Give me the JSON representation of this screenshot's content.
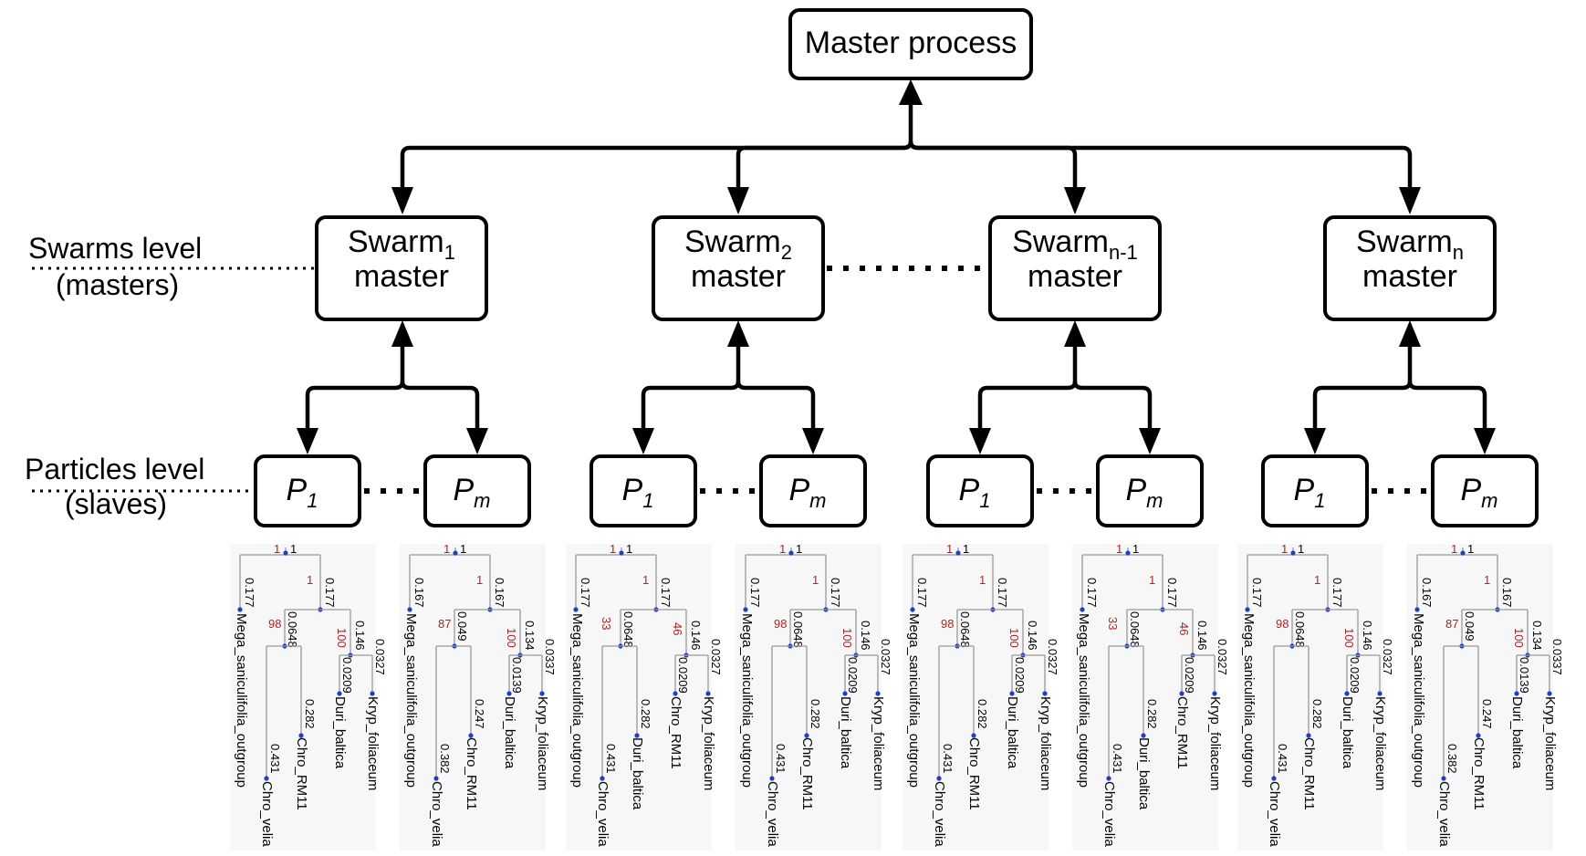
{
  "master": {
    "label": "Master process"
  },
  "levels": {
    "swarms_line1": "Swarms level",
    "swarms_line2": "(masters)",
    "particles_line1": "Particles level",
    "particles_line2": "(slaves)"
  },
  "swarms": [
    {
      "name": "Swarm",
      "sub": "1",
      "role": "master"
    },
    {
      "name": "Swarm",
      "sub": "2",
      "role": "master"
    },
    {
      "name": "Swarm",
      "sub": "n-1",
      "role": "master"
    },
    {
      "name": "Swarm",
      "sub": "n",
      "role": "master"
    }
  ],
  "particles": {
    "first": {
      "p": "P",
      "sub": "1"
    },
    "last": {
      "p": "P",
      "sub": "m"
    }
  },
  "tree_leaves": [
    "Mega_saniculifolia_outgroup",
    "Chro_velia",
    "Chro_RM11",
    "Duri_baltica",
    "Kryp_foliaceum"
  ],
  "trees": [
    {
      "variant": "a",
      "root_len": "1",
      "root_boot": "1",
      "out_len": "0.177",
      "in_len": "0.177",
      "in_boot": "1",
      "chro_len": "0.0648",
      "chro_boot": "98",
      "kd_len": "0.146",
      "kd_boot": "100",
      "velia": "0.431",
      "rm11": "0.282",
      "duri": "0.0209",
      "kryp": "0.0327"
    },
    {
      "variant": "a",
      "root_len": "1",
      "root_boot": "1",
      "out_len": "0.167",
      "in_len": "0.167",
      "in_boot": "1",
      "chro_len": "0.049",
      "chro_boot": "87",
      "kd_len": "0.134",
      "kd_boot": "100",
      "velia": "0.382",
      "rm11": "0.247",
      "duri": "0.0139",
      "kryp": "0.0337"
    },
    {
      "variant": "b",
      "root_len": "1",
      "root_boot": "1",
      "out_len": "0.177",
      "in_len": "0.177",
      "in_boot": "1",
      "cd_len": "0.0648",
      "cd_boot": "33",
      "kr_len": "0.146",
      "kr_boot": "46",
      "velia": "0.431",
      "duri": "0.282",
      "rm11": "0.0209",
      "kryp": "0.0327"
    },
    {
      "variant": "a",
      "root_len": "1",
      "root_boot": "1",
      "out_len": "0.177",
      "in_len": "0.177",
      "in_boot": "1",
      "chro_len": "0.0648",
      "chro_boot": "98",
      "kd_len": "0.146",
      "kd_boot": "100",
      "velia": "0.431",
      "rm11": "0.282",
      "duri": "0.0209",
      "kryp": "0.0327"
    },
    {
      "variant": "a",
      "root_len": "1",
      "root_boot": "1",
      "out_len": "0.177",
      "in_len": "0.177",
      "in_boot": "1",
      "chro_len": "0.0648",
      "chro_boot": "98",
      "kd_len": "0.146",
      "kd_boot": "100",
      "velia": "0.431",
      "rm11": "0.282",
      "duri": "0.0209",
      "kryp": "0.0327"
    },
    {
      "variant": "b",
      "root_len": "1",
      "root_boot": "1",
      "out_len": "0.177",
      "in_len": "0.177",
      "in_boot": "1",
      "cd_len": "0.0648",
      "cd_boot": "33",
      "kr_len": "0.146",
      "kr_boot": "46",
      "velia": "0.431",
      "duri": "0.282",
      "rm11": "0.0209",
      "kryp": "0.0327"
    },
    {
      "variant": "a",
      "root_len": "1",
      "root_boot": "1",
      "out_len": "0.177",
      "in_len": "0.177",
      "in_boot": "1",
      "chro_len": "0.0648",
      "chro_boot": "98",
      "kd_len": "0.146",
      "kd_boot": "100",
      "velia": "0.431",
      "rm11": "0.282",
      "duri": "0.0209",
      "kryp": "0.0327"
    },
    {
      "variant": "a",
      "root_len": "1",
      "root_boot": "1",
      "out_len": "0.167",
      "in_len": "0.167",
      "in_boot": "1",
      "chro_len": "0.049",
      "chro_boot": "87",
      "kd_len": "0.134",
      "kd_boot": "100",
      "velia": "0.382",
      "rm11": "0.247",
      "duri": "0.0139",
      "kryp": "0.0337"
    }
  ],
  "colors": {
    "stroke": "#000000",
    "tree_branch": "#9a9a9a",
    "bootstrap": "#b22222",
    "node": "#1f3fbf"
  }
}
